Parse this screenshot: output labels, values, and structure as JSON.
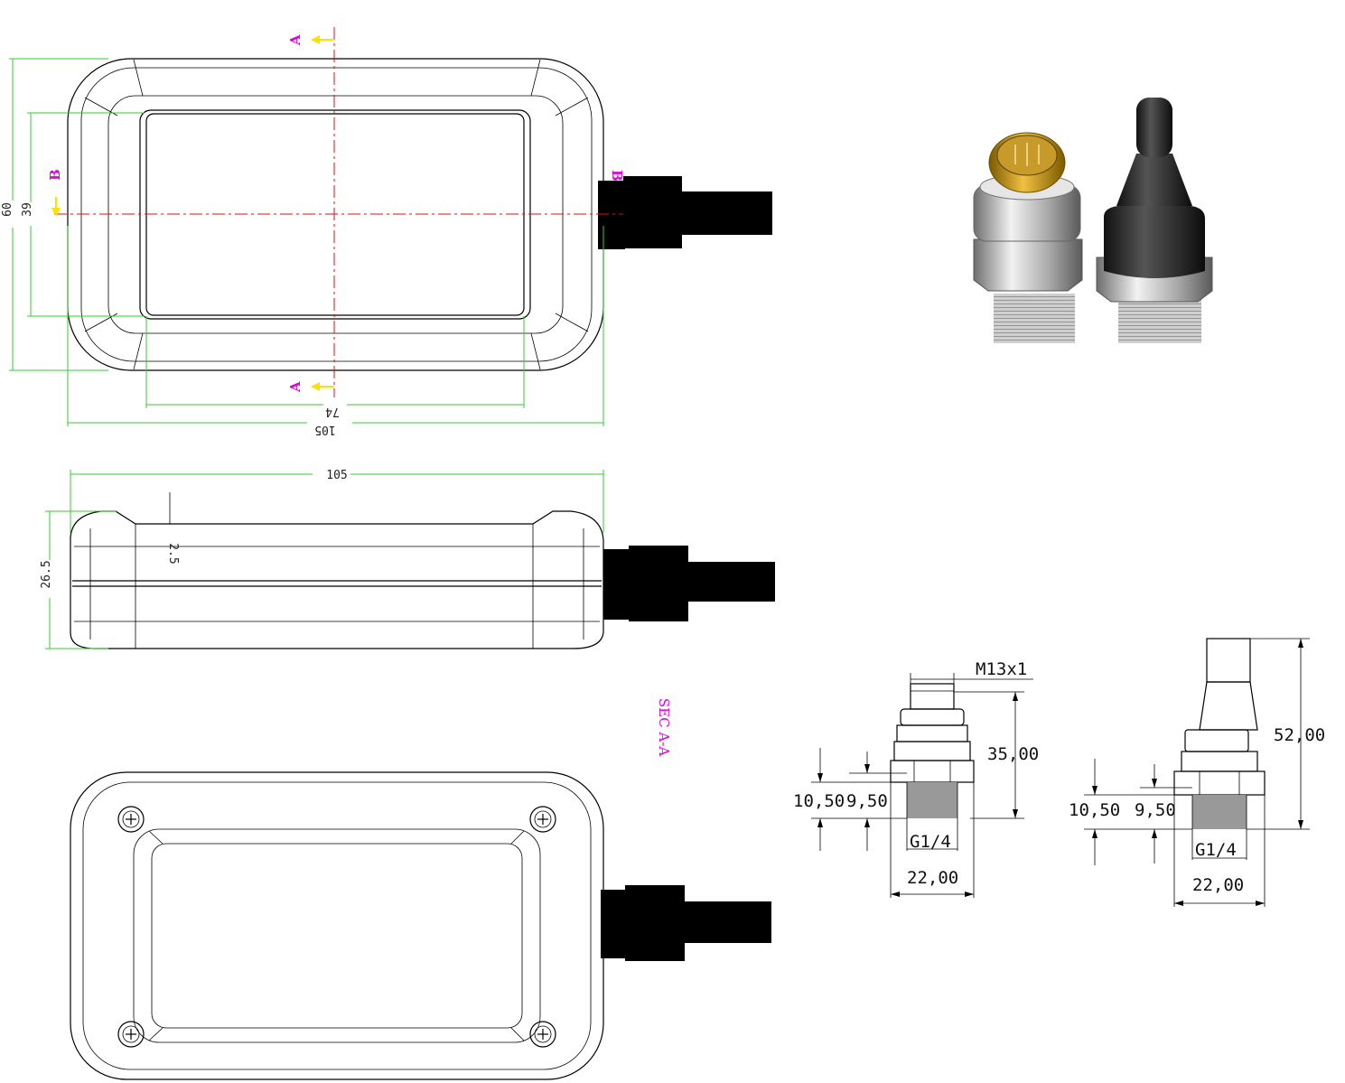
{
  "top_view": {
    "section_a": "A",
    "section_b": "B",
    "dim_overall_width": "105",
    "dim_window_width": "74",
    "dim_overall_height": "60",
    "dim_window_height": "39"
  },
  "side_view": {
    "dim_length": "105",
    "dim_height": "26.5",
    "dim_offset": "2.5"
  },
  "section_label": "SEC A-A",
  "connector_left": {
    "thread_label": "M13x1",
    "dim_height": "35,00",
    "dim_a": "10,50",
    "dim_b": "9,50",
    "thread_size": "G1/4",
    "dim_width": "22,00"
  },
  "connector_right": {
    "dim_height": "52,00",
    "dim_a": "10,50",
    "dim_b": "9,50",
    "thread_size": "G1/4",
    "dim_width": "22,00"
  },
  "colors": {
    "dimension_green": "#33cc33",
    "centerline_red": "#dd1111",
    "label_magenta": "#e000e0",
    "arrow_yellow": "#ffe000"
  }
}
